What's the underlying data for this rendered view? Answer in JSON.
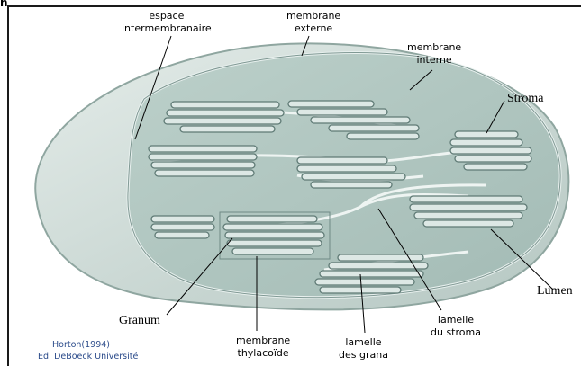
{
  "corner_mark": "n",
  "labels": {
    "espace": "espace\nintermembranaire",
    "membrane_externe": "membrane\nexterne",
    "membrane_interne": "membrane\ninterne",
    "stroma": "Stroma",
    "lumen": "Lumen",
    "lamelle_stroma": "lamelle\ndu stroma",
    "lamelle_grana": "lamelle\ndes grana",
    "membrane_thylacoide": "membrane\nthylacoïde",
    "granum": "Granum"
  },
  "credit": {
    "line1": "Horton(1994)",
    "line2": "Ed. DeBoeck Université"
  },
  "colors": {
    "outer": "#c9d6d2",
    "inner": "#aec4be",
    "thylakoid_fill": "#dde8e5",
    "thylakoid_stroke": "#5f7a75"
  }
}
